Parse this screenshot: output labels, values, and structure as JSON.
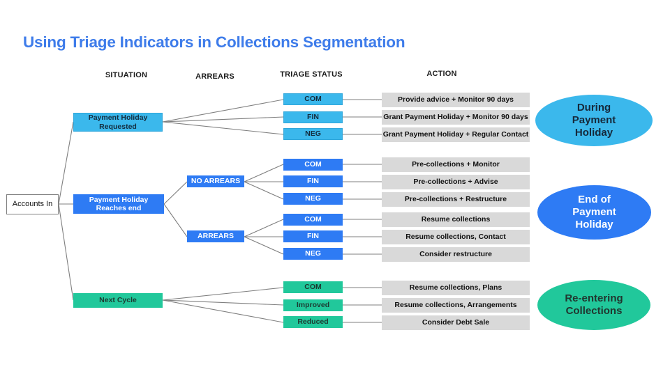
{
  "title": "Using Triage Indicators in Collections Segmentation",
  "colors": {
    "title_blue": "#3E7CEA",
    "light_blue": "#3BB8EC",
    "dark_blue": "#2E7BF4",
    "green": "#21C89B",
    "action_gray": "#D9D9D9",
    "connector_gray": "#7F7F7F"
  },
  "headers": {
    "situation": "SITUATION",
    "arrears": "ARREARS",
    "triage_status": "TRIAGE STATUS",
    "action": "ACTION"
  },
  "root": {
    "label": "Accounts In"
  },
  "situations": [
    {
      "label": "Payment Holiday Requested"
    },
    {
      "label": "Payment Holiday Reaches end"
    },
    {
      "label": "Next Cycle"
    }
  ],
  "arrears": [
    {
      "label": "NO ARREARS"
    },
    {
      "label": "ARREARS"
    }
  ],
  "rows": [
    {
      "triage": "COM",
      "action": "Provide advice + Monitor 90 days"
    },
    {
      "triage": "FIN",
      "action": "Grant Payment Holiday + Monitor 90 days"
    },
    {
      "triage": "NEG",
      "action": "Grant Payment Holiday + Regular Contact"
    },
    {
      "triage": "COM",
      "action": "Pre-collections + Monitor"
    },
    {
      "triage": "FIN",
      "action": "Pre-collections + Advise"
    },
    {
      "triage": "NEG",
      "action": "Pre-collections + Restructure"
    },
    {
      "triage": "COM",
      "action": "Resume collections"
    },
    {
      "triage": "FIN",
      "action": "Resume collections, Contact"
    },
    {
      "triage": "NEG",
      "action": "Consider restructure"
    },
    {
      "triage": "COM",
      "action": "Resume collections, Plans"
    },
    {
      "triage": "Improved",
      "action": "Resume collections, Arrangements"
    },
    {
      "triage": "Reduced",
      "action": "Consider Debt Sale"
    }
  ],
  "outcomes": [
    {
      "label": "During Payment Holiday"
    },
    {
      "label": "End of Payment Holiday"
    },
    {
      "label": "Re-entering Collections"
    }
  ]
}
